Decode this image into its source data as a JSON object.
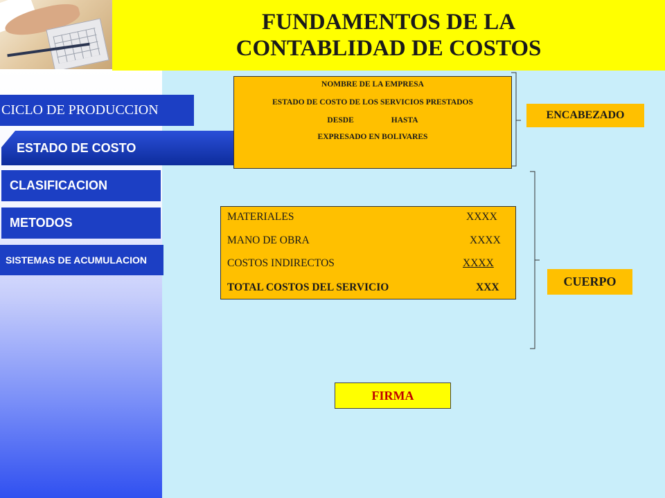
{
  "title": {
    "line1": "FUNDAMENTOS DE LA",
    "line2": "CONTABLIDAD DE COSTOS"
  },
  "nav": {
    "ciclo": "CICLO DE PRODUCCION",
    "estado": "ESTADO DE COSTO",
    "clasificacion": "CLASIFICACION",
    "metodos": "METODOS",
    "sistemas": "SISTEMAS DE ACUMULACION"
  },
  "header": {
    "line1": "NOMBRE DE LA EMPRESA",
    "line2": "ESTADO DE COSTO DE LOS SERVICIOS PRESTADOS",
    "desde": "DESDE",
    "hasta": "HASTA",
    "line4": "EXPRESADO EN BOLIVARES"
  },
  "body": {
    "rows": [
      {
        "label": "MATERIALES",
        "value": "XXXX"
      },
      {
        "label": "MANO DE OBRA",
        "value": "XXXX"
      },
      {
        "label": "COSTOS INDIRECTOS",
        "value": "XXXX"
      },
      {
        "label": "TOTAL COSTOS DEL  SERVICIO",
        "value": "XXX"
      }
    ]
  },
  "labels": {
    "encabezado": "ENCABEZADO",
    "cuerpo": "CUERPO",
    "firma": "FIRMA"
  },
  "colors": {
    "title_bg": "#ffff00",
    "nav_blue": "#1c3fc4",
    "content_bg": "#c9eefa",
    "box_orange": "#ffc000",
    "firma_text": "#c00000"
  }
}
